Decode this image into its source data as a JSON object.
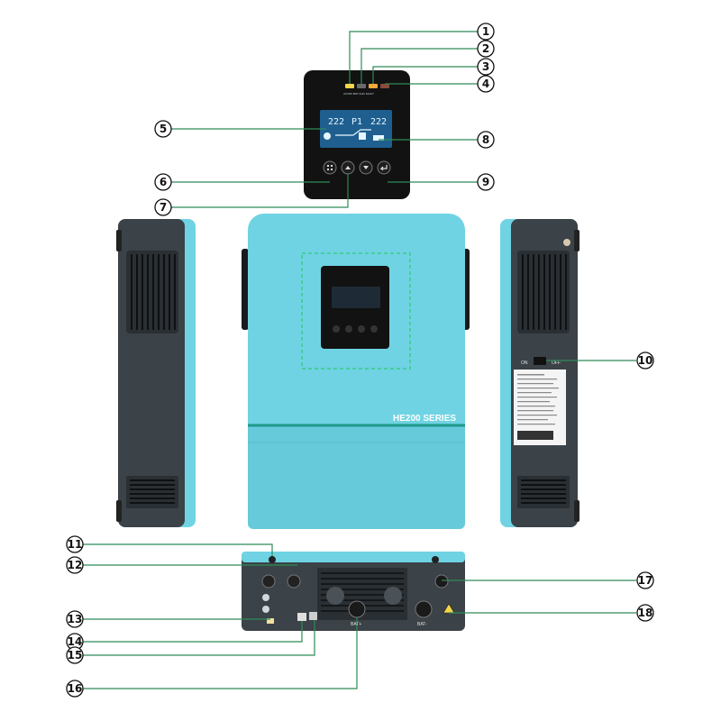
{
  "product": {
    "series_label": "HE200 SERIES"
  },
  "display": {
    "lcd_left": "222",
    "lcd_mid": "P1",
    "lcd_right": "222"
  },
  "side_panel": {
    "switch_on": "ON",
    "switch_off": "OFF"
  },
  "bottom_panel": {
    "bat_plus": "BAT+",
    "bat_minus": "BAT-"
  },
  "callouts": [
    {
      "id": "c1",
      "label": "1"
    },
    {
      "id": "c2",
      "label": "2"
    },
    {
      "id": "c3",
      "label": "3"
    },
    {
      "id": "c4",
      "label": "4"
    },
    {
      "id": "c5",
      "label": "5"
    },
    {
      "id": "c6",
      "label": "6"
    },
    {
      "id": "c7",
      "label": "7"
    },
    {
      "id": "c8",
      "label": "8"
    },
    {
      "id": "c9",
      "label": "9"
    },
    {
      "id": "c10",
      "label": "10"
    },
    {
      "id": "c11",
      "label": "11"
    },
    {
      "id": "c12",
      "label": "12"
    },
    {
      "id": "c13",
      "label": "13"
    },
    {
      "id": "c14",
      "label": "14"
    },
    {
      "id": "c15",
      "label": "15"
    },
    {
      "id": "c16",
      "label": "16"
    },
    {
      "id": "c17",
      "label": "17"
    },
    {
      "id": "c18",
      "label": "18"
    }
  ],
  "colors": {
    "body_teal": "#6fd3e3",
    "frame_dark": "#3b4248",
    "panel_black": "#121212",
    "callout_line": "#2e8b57",
    "led_amber": "#f2a93b",
    "led_yellow": "#f4d54a"
  }
}
